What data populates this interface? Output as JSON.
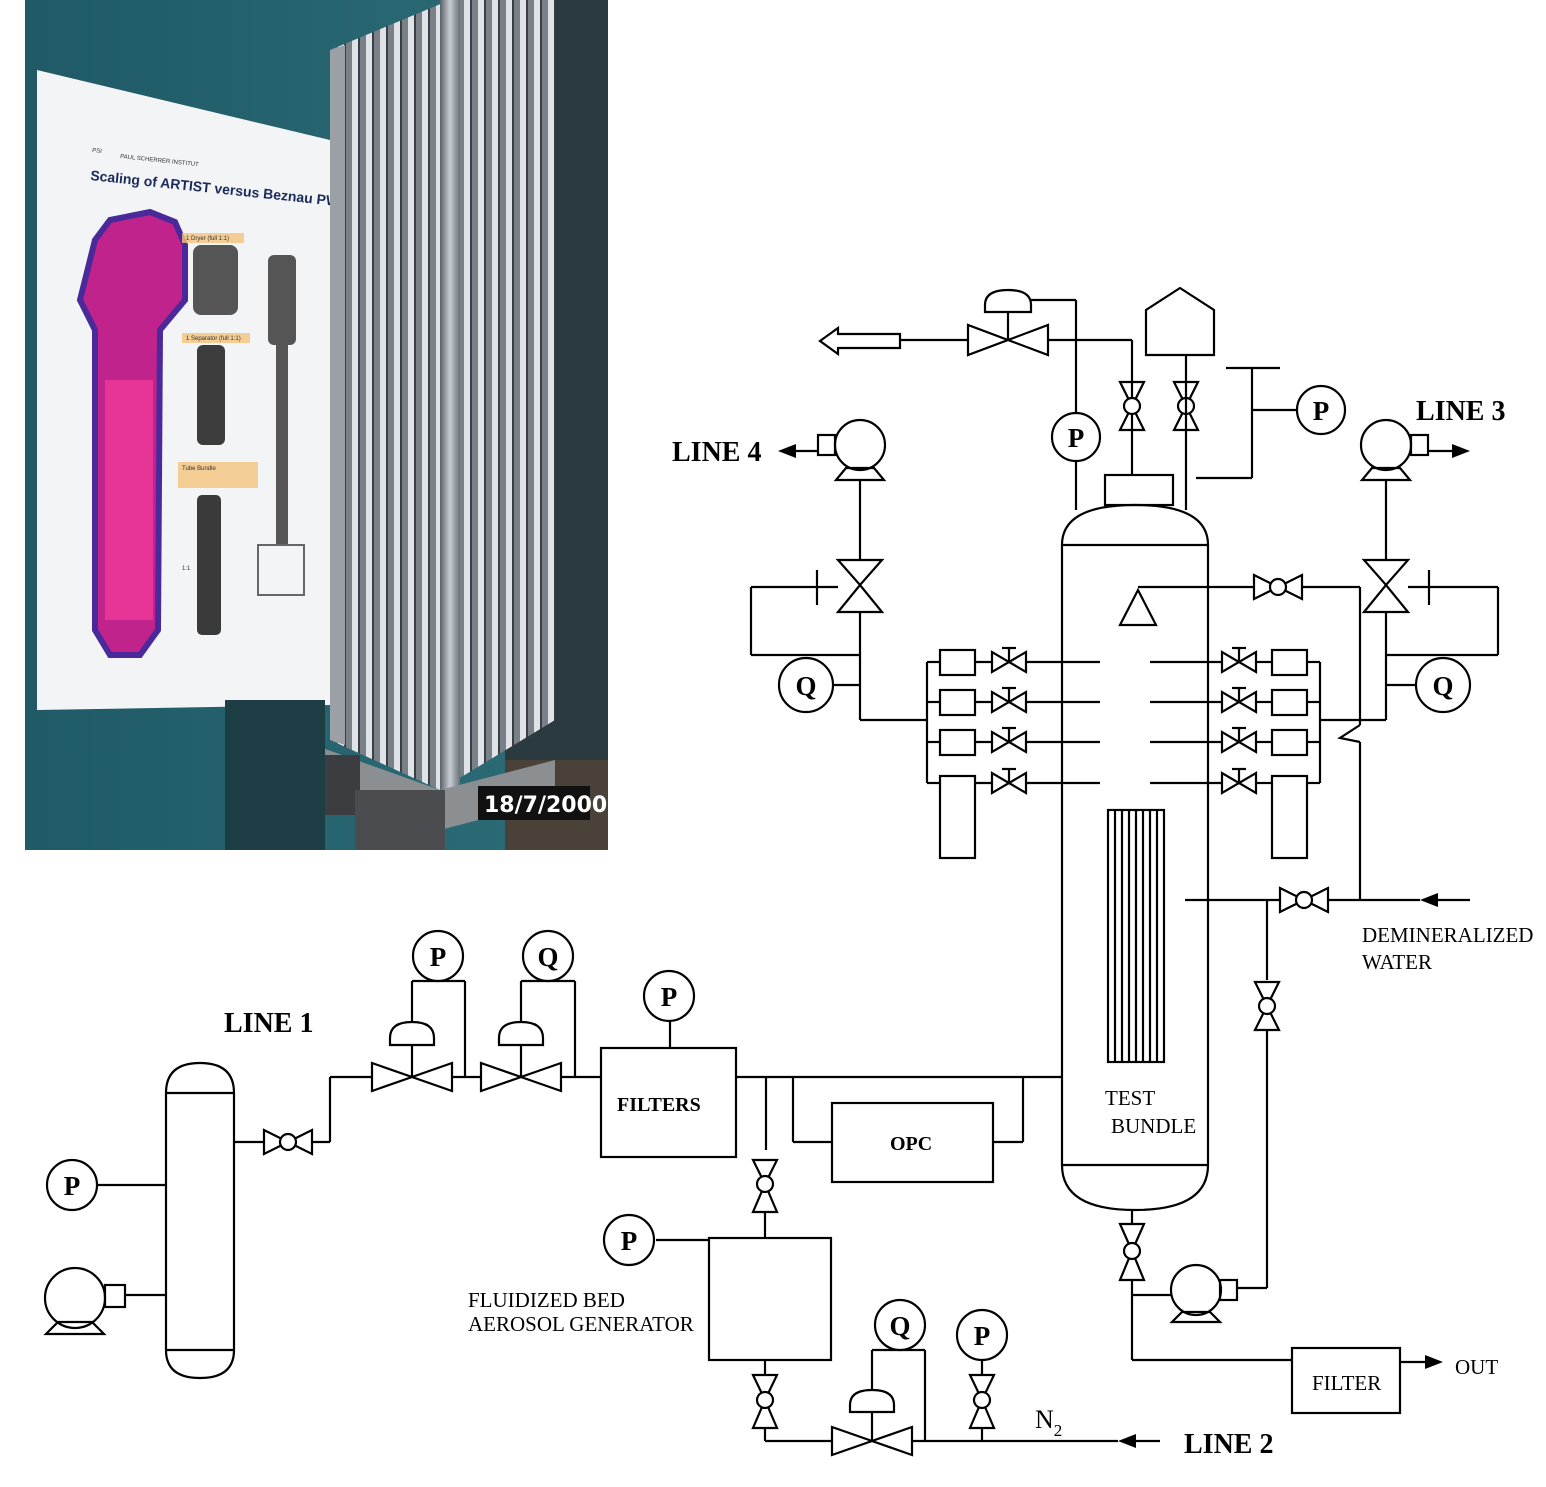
{
  "photo": {
    "date_stamp": "18/7/2000",
    "poster_title": "Scaling of ARTIST versus Beznau PWR-SG",
    "poster_org": "PAUL SCHERRER INSTITUT",
    "poster_logo": "PSI",
    "poster_callouts": [
      "1 Dryer (full 1:1)",
      "1 Separator (full 1:1)",
      "Tube Bundle",
      "1:1"
    ]
  },
  "labels": {
    "line1": "LINE 1",
    "line2": "LINE 2",
    "line3": "LINE 3",
    "line4": "LINE 4",
    "filters": "FILTERS",
    "opc": "OPC",
    "filter": "FILTER",
    "out": "OUT",
    "test_bundle_1": "TEST",
    "test_bundle_2": "BUNDLE",
    "demin_1": "DEMINERALIZED",
    "demin_2": "WATER",
    "fluid_1": "FLUIDIZED BED",
    "fluid_2": "AEROSOL GENERATOR",
    "n2": "N",
    "n2_sub": "2",
    "pressure": "P",
    "flow": "Q"
  }
}
